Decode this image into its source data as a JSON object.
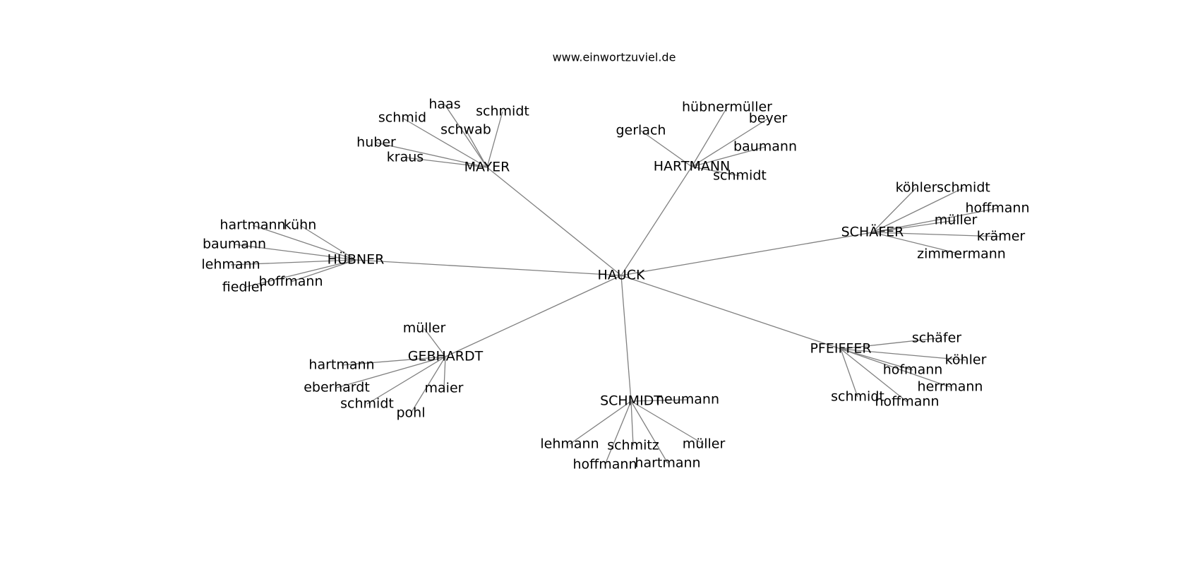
{
  "title": "www.einwortzuviel.de",
  "graph": {
    "center": "HAUCK",
    "hubs": [
      {
        "name": "MAYER",
        "leaves": [
          "haas",
          "schmid",
          "schmidt",
          "schwab",
          "huber",
          "kraus"
        ]
      },
      {
        "name": "HARTMANN",
        "leaves": [
          "hübnermüller",
          "gerlach",
          "beyer",
          "baumann",
          "schmidt"
        ]
      },
      {
        "name": "SCHÄFER",
        "leaves": [
          "köhler",
          "schmidt",
          "hoffmann",
          "müller",
          "krämer",
          "zimmermann"
        ]
      },
      {
        "name": "HÜBNER",
        "leaves": [
          "hartmann",
          "kühn",
          "baumann",
          "lehmann",
          "hoffmann",
          "fiedler"
        ]
      },
      {
        "name": "GEBHARDT",
        "leaves": [
          "müller",
          "hartmann",
          "eberhardt",
          "maier",
          "schmidt",
          "pohl"
        ]
      },
      {
        "name": "SCHMIDT",
        "leaves": [
          "neumann",
          "lehmann",
          "schmitz",
          "müller",
          "hoffmann",
          "hartmann"
        ]
      },
      {
        "name": "PFEIFFER",
        "leaves": [
          "schäfer",
          "köhler",
          "hofmann",
          "herrmann",
          "schmidt",
          "hoffmann"
        ]
      }
    ]
  }
}
